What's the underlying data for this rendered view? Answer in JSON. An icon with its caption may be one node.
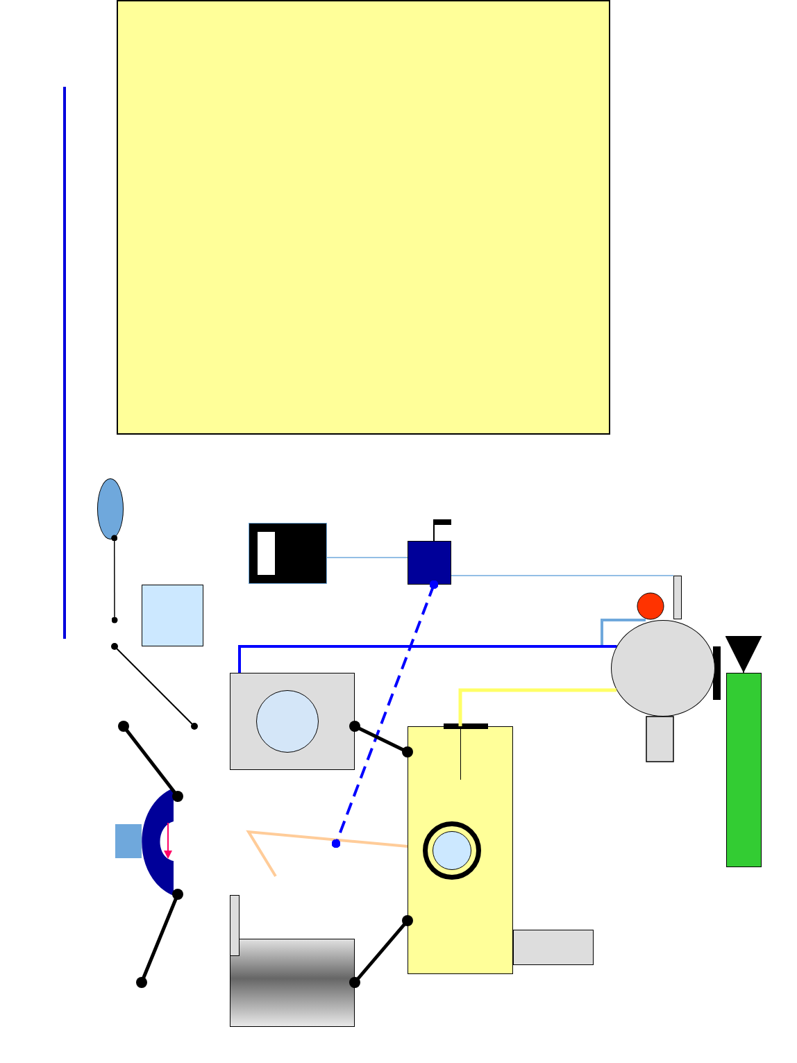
{
  "diagram": {
    "nodes": [
      {
        "text": [],
        "shape": "ellipse"
      },
      {
        "text": [],
        "shape": "box"
      },
      {
        "text": [],
        "shape": "box"
      },
      {
        "text": [],
        "shape": "bar"
      },
      {
        "text": [],
        "shape": "circle"
      },
      {
        "text": [],
        "shape": "box"
      },
      {
        "text": [],
        "shape": "box"
      },
      {
        "text": [],
        "shape": "box"
      },
      {
        "text": [],
        "shape": "arc"
      },
      {
        "text": [],
        "shape": "box"
      },
      {
        "text": [],
        "shape": "box"
      },
      {
        "text": [],
        "shape": "circle",
        "in": 5
      },
      {
        "text": [],
        "shape": "bar"
      },
      {
        "text": [],
        "shape": "box"
      }
    ],
    "edges": [
      {
        "from": 1,
        "to": 2,
        "arrow": "none",
        "color": "#6fa8dc"
      },
      {
        "from": 2,
        "to": 3,
        "arrow": "none",
        "color": "#6fa8dc"
      },
      {
        "from": 2,
        "to": null,
        "arrow": "other",
        "style": "dashed",
        "color": "#0000ff"
      },
      {
        "from": 5,
        "to": 4,
        "arrow": "none",
        "color": "#0000ff"
      },
      {
        "from": 4,
        "to": 7,
        "arrow": "none",
        "color": "#ffff66"
      },
      {
        "from": 5,
        "to": 7,
        "arrow": "other"
      },
      {
        "from": 9,
        "to": 7,
        "arrow": "other"
      },
      {
        "from": 0,
        "to": null,
        "arrow": "other"
      },
      {
        "from": 8,
        "to": null,
        "arrow": "other"
      },
      {
        "from": 8,
        "to": null,
        "arrow": "other"
      },
      {
        "from": null,
        "to": 6,
        "arrow": "to"
      }
    ]
  }
}
